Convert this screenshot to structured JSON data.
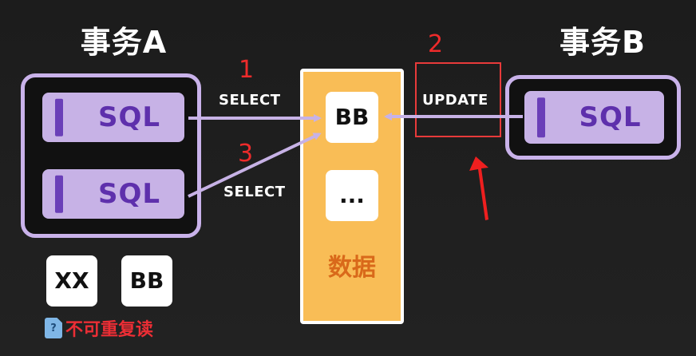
{
  "transactions": {
    "a": {
      "title": "事务A",
      "sql1": "SQL",
      "sql2": "SQL"
    },
    "b": {
      "title": "事务B",
      "sql1": "SQL"
    }
  },
  "operations": {
    "select_1": "SELECT",
    "select_3": "SELECT",
    "update": "UPDATE"
  },
  "steps": {
    "one": "1",
    "two": "2",
    "three": "3"
  },
  "data_store": {
    "label": "数据",
    "value_tile": "BB",
    "more_tile": "..."
  },
  "results": {
    "first": "XX",
    "second": "BB"
  },
  "note": {
    "icon": "question-doc-icon",
    "text": "不可重复读"
  },
  "colors": {
    "background": "#1f1f1f",
    "transaction_border": "#c9b2ea",
    "sql_card": "#c7b2e6",
    "sql_text": "#5e30ac",
    "data_column": "#f9bd56",
    "data_label": "#d9691a",
    "annotation_red": "#ee2b2b",
    "arrow": "#c7b2e6"
  }
}
